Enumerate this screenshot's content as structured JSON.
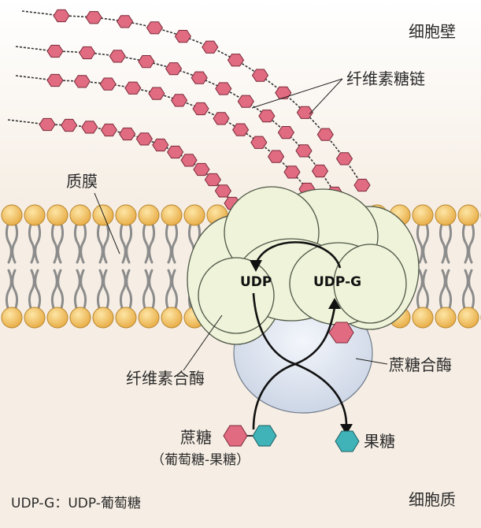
{
  "labels": {
    "cell_wall": "细胞壁",
    "cellulose_chains": "纤维素糖链",
    "plasma_membrane": "质膜",
    "udp": "UDP",
    "udp_g": "UDP-G",
    "cellulose_synthase": "纤维素合酶",
    "sucrose_synthase": "蔗糖合酶",
    "sucrose": "蔗糖",
    "sucrose_note": "（葡萄糖-果糖）",
    "fructose": "果糖",
    "legend": "UDP-G：UDP-葡萄糖",
    "cytoplasm": "细胞质"
  },
  "colors": {
    "background": "#f6eee4",
    "cell_wall_bg": "#ffffff",
    "glucose_hex": "#e16b80",
    "fructose_hex": "#3fb3b8",
    "lipid_head": "#f1c16a",
    "cellulose_synthase": "#eef3d9",
    "sucrose_synthase": "#dde4f0"
  }
}
